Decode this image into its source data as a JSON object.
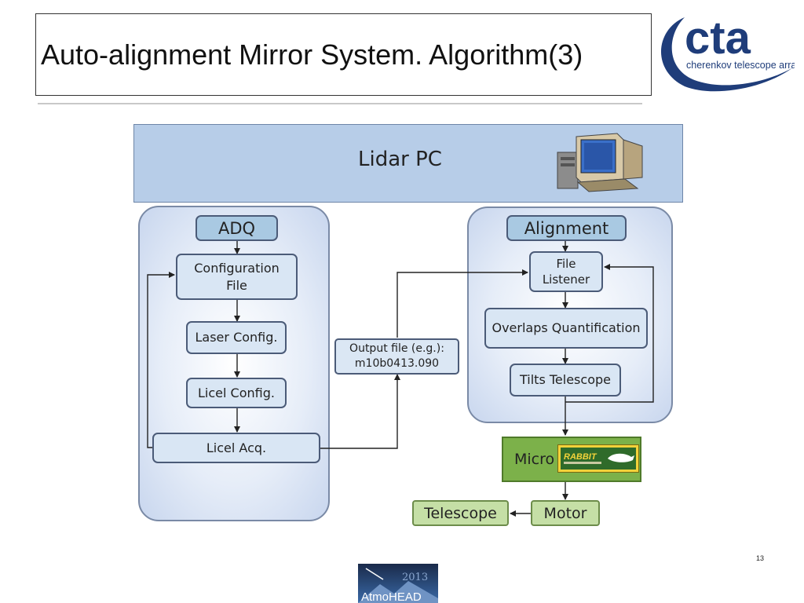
{
  "slide": {
    "title": "Auto-alignment Mirror System. Algorithm(3)",
    "page_number": "13"
  },
  "logo": {
    "wordmark": "cta",
    "tagline": "cherenkov telescope array"
  },
  "diagram": {
    "lidar_pc": "Lidar PC",
    "adq": {
      "header": "ADQ",
      "config_line1": "Configuration",
      "config_line2": "File",
      "laser_config": "Laser Config.",
      "licel_config": "Licel Config.",
      "licel_acq": "Licel Acq."
    },
    "output_file": {
      "line1": "Output file (e.g.):",
      "line2": "m10b0413.090"
    },
    "alignment": {
      "header": "Alignment",
      "listener_line1": "File",
      "listener_line2": "Listener",
      "overlaps": "Overlaps Quantification",
      "tilts": "Tilts Telescope"
    },
    "micro": "Micro",
    "rabbit_logo": "RABBIT",
    "telescope": "Telescope",
    "motor": "Motor"
  },
  "footer_logo": {
    "year": "2013",
    "name": "AtmoHEAD"
  },
  "colors": {
    "lidar_bar": "#b7cde8",
    "header_box": "#a9c9e2",
    "step_box": "#d9e6f4",
    "micro": "#7cb14a",
    "green_box": "#c5dfa6"
  }
}
